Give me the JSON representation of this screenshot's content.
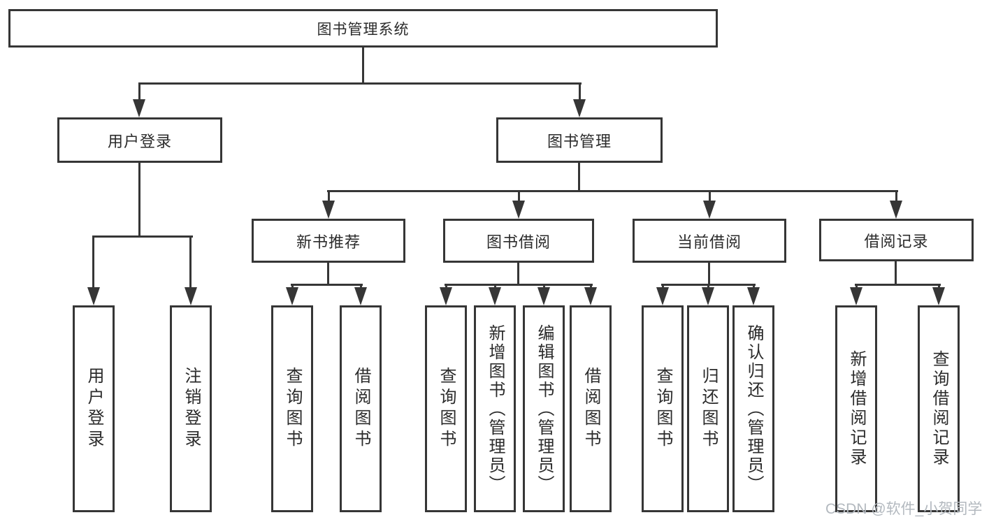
{
  "diagram": {
    "root": {
      "label": "图书管理系统"
    },
    "branches": [
      {
        "label": "用户登录",
        "children": [
          "用户登录",
          "注销登录"
        ]
      },
      {
        "label": "图书管理",
        "groups": [
          {
            "label": "新书推荐",
            "children": [
              "查询图书",
              "借阅图书"
            ]
          },
          {
            "label": "图书借阅",
            "children": [
              "查询图书",
              "新增图书（管理员）",
              "编辑图书（管理员）",
              "借阅图书"
            ]
          },
          {
            "label": "当前借阅",
            "children": [
              "查询图书",
              "归还图书",
              "确认归还（管理员）"
            ]
          },
          {
            "label": "借阅记录",
            "children": [
              "新增借阅记录",
              "查询借阅记录"
            ]
          }
        ]
      }
    ]
  },
  "watermark": {
    "text": "CSDN @软件_小贺同学"
  },
  "colors": {
    "line": "#363636",
    "box_border": "#363636",
    "box_background": "#ffffff",
    "text": "#2b2b2b",
    "watermark": "#b3b9bf",
    "background": "#ffffff"
  }
}
